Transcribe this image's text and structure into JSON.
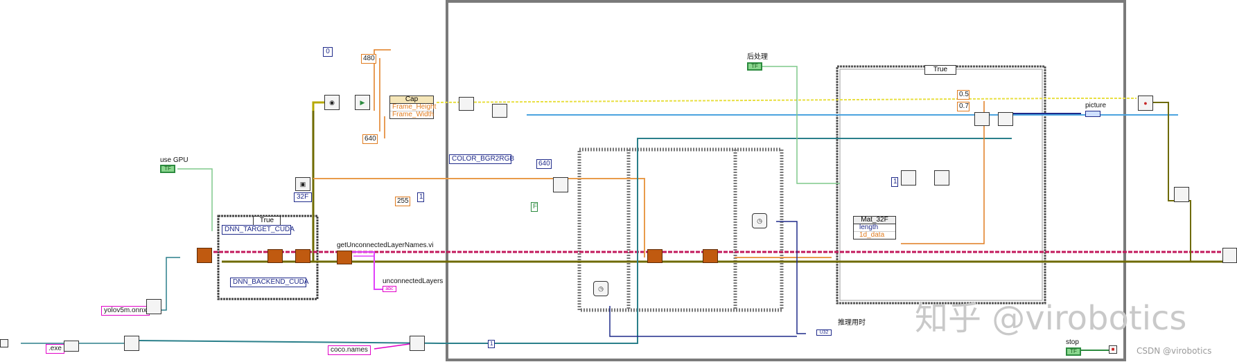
{
  "constants": {
    "zero": "0",
    "height_480": "480",
    "width_640": "640",
    "size_640": "640",
    "val_1": "1",
    "val_255": "255",
    "f_flag": "F",
    "thresh_05": "0.5",
    "thresh_07": "0.7",
    "idx_1": "1",
    "idx_1b": "1",
    "type_32f": "32F"
  },
  "strings": {
    "model_file": "yolov5m.onnx",
    "exe_file": ".exe",
    "coco_file": "coco.names"
  },
  "enums": {
    "target": "DNN_TARGET_CUDA",
    "backend": "DNN_BACKEND_CUDA",
    "color": "COLOR_BGR2RGB"
  },
  "labels": {
    "use_gpu": "use GPU",
    "get_unconnected": "getUnconnectedLayerNames.vi",
    "unconnected_layers": "unconnectedLayers",
    "post_process": "后处理",
    "picture": "picture",
    "inference_time": "推理用时",
    "stop": "stop"
  },
  "cap_node": {
    "title": "Cap",
    "prop_height": "Frame_Height",
    "prop_width": "Frame_Width"
  },
  "mat_node": {
    "title": "Mat_32F",
    "prop_length": "length",
    "prop_data": "1d_data"
  },
  "selectors": {
    "case_gpu": "True",
    "case_post": "True"
  },
  "indicators": {
    "bool_tf": "TF",
    "u32": "U32",
    "picture_ind": "",
    "unconnected_ind": "abc"
  },
  "watermark": {
    "main": "知乎 @virobotics",
    "csdn": "CSDN @virobotics"
  }
}
